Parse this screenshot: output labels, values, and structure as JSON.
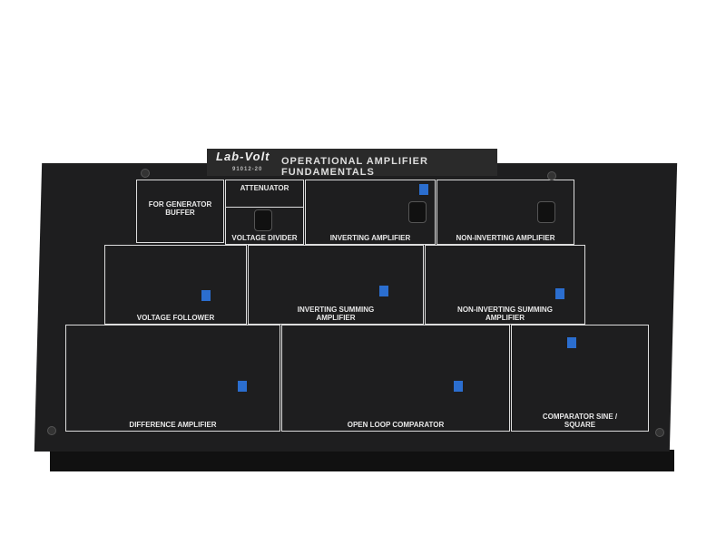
{
  "header": {
    "logo": "Lab-Volt",
    "model": "91012-20",
    "title": "OPERATIONAL AMPLIFIER FUNDAMENTALS"
  },
  "sections": {
    "generator_buffer": "FOR GENERATOR BUFFER",
    "attenuator": "ATTENUATOR",
    "voltage_divider": "VOLTAGE DIVIDER",
    "inverting": "INVERTING AMPLIFIER",
    "non_inverting": "NON-INVERTING AMPLIFIER",
    "voltage_follower": "VOLTAGE FOLLOWER",
    "inverting_summing": "INVERTING SUMMING AMPLIFIER",
    "non_inverting_summing": "NON-INVERTING SUMMING AMPLIFIER",
    "difference": "DIFFERENCE AMPLIFIER",
    "open_loop": "OPEN LOOP COMPARATOR",
    "comparator": "COMPARATOR SINE / SQUARE"
  },
  "colors": {
    "panel": "#1e1e1f",
    "silkscreen": "#e8e8e8",
    "trimmer": "#2b6ecf"
  }
}
